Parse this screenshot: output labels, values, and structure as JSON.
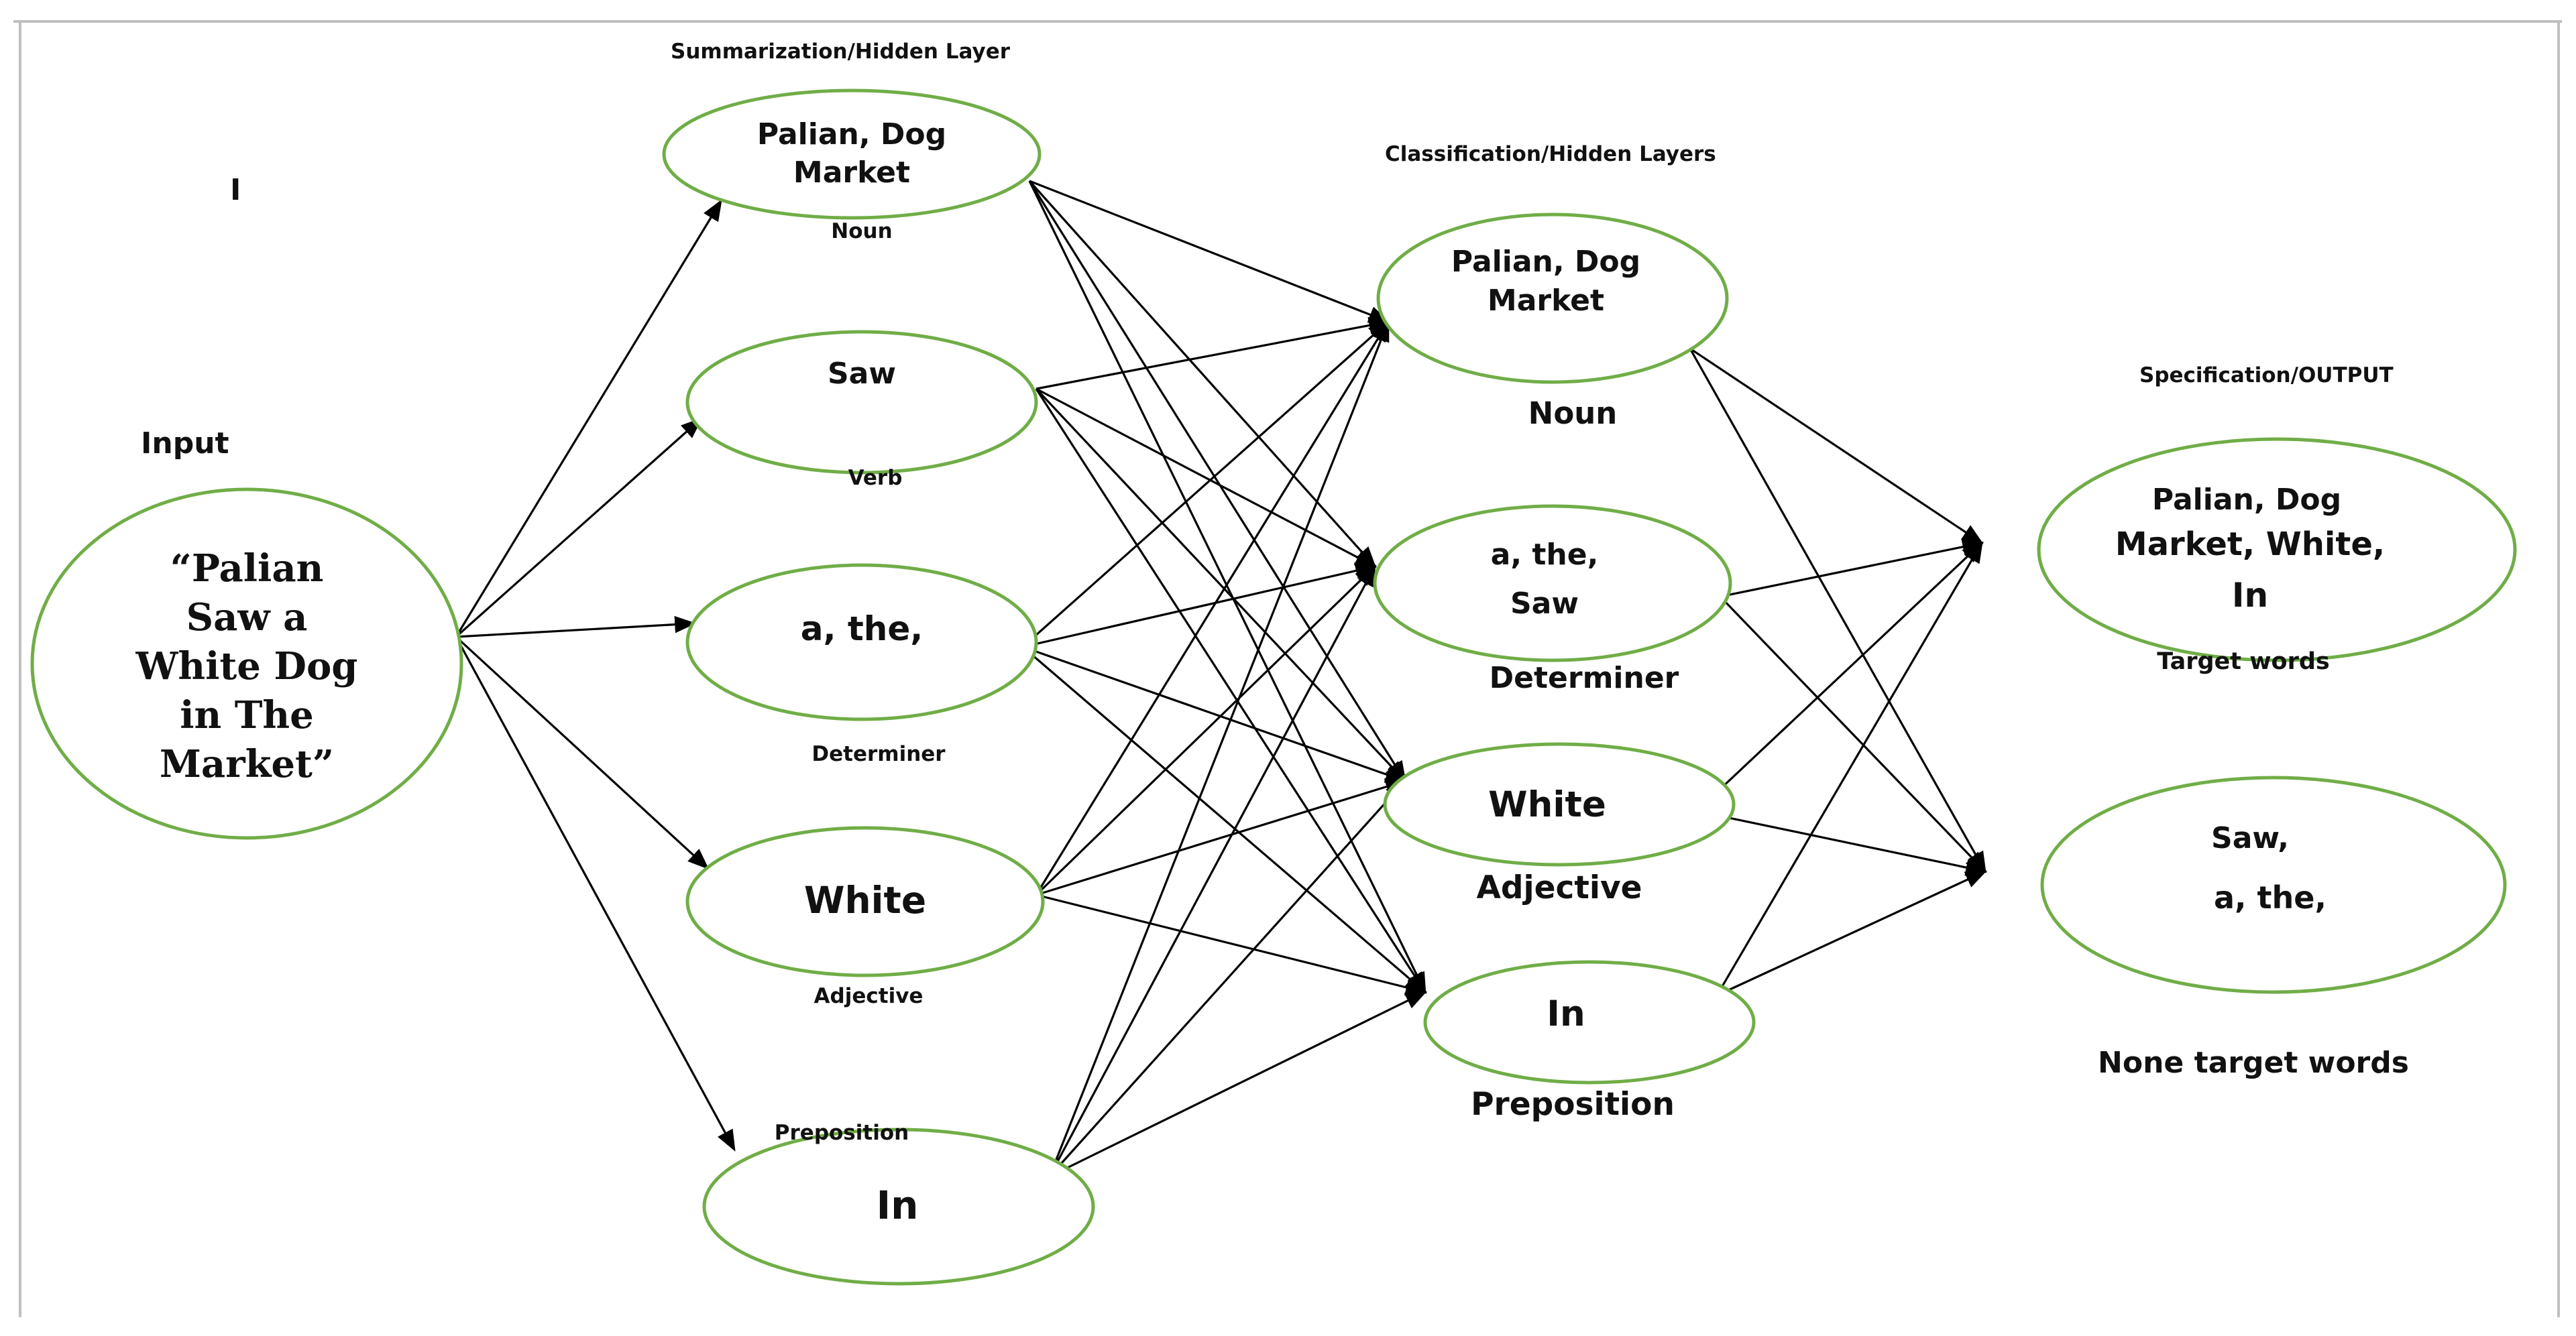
{
  "headings": {
    "input": "Input",
    "summarization": "Summarization/Hidden Layer",
    "classification": "Classification/Hidden Layers",
    "specification": "Specification/OUTPUT"
  },
  "input_node": {
    "lines": [
      "“Palian",
      "Saw a",
      "White Dog",
      "in The",
      "Market”"
    ]
  },
  "layer1": [
    {
      "lines": [
        "Palian, Dog",
        "Market"
      ],
      "tag": "Noun"
    },
    {
      "lines": [
        "Saw"
      ],
      "tag": "Verb"
    },
    {
      "lines": [
        "a, the,"
      ],
      "tag": "Determiner"
    },
    {
      "lines": [
        "White"
      ],
      "tag": "Adjective"
    },
    {
      "lines": [
        "In"
      ],
      "tag": "Preposition"
    }
  ],
  "layer2": [
    {
      "lines": [
        "Palian, Dog",
        "Market"
      ],
      "tag": "Noun"
    },
    {
      "lines": [
        "a, the,",
        "Saw"
      ],
      "tag": "Determiner"
    },
    {
      "lines": [
        "White"
      ],
      "tag": "Adjective"
    },
    {
      "lines": [
        "In"
      ],
      "tag": "Preposition"
    }
  ],
  "outputs": [
    {
      "lines": [
        "Palian, Dog",
        "Market, White,",
        "In"
      ],
      "tag": "Target words"
    },
    {
      "lines": [
        "Saw,",
        "a, the,"
      ],
      "tag": "None target words"
    }
  ],
  "cursor_mark": "I",
  "colors": {
    "node_stroke": "#70ad47",
    "edge": "#000000",
    "text": "#111111"
  }
}
